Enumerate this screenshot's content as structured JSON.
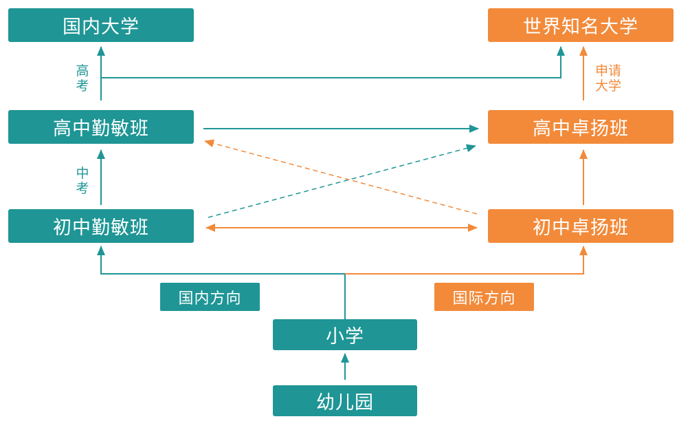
{
  "colors": {
    "teal": "#1f9595",
    "orange": "#f28a3a"
  },
  "boxes": {
    "domestic_university": "国内大学",
    "world_university": "世界知名大学",
    "senior_qinmin": "高中勤敏班",
    "senior_zhuoyang": "高中卓扬班",
    "junior_qinmin": "初中勤敏班",
    "junior_zhuoyang": "初中卓扬班",
    "primary_school": "小学",
    "kindergarten": "幼儿园"
  },
  "tags": {
    "domestic_direction": "国内方向",
    "international_direction": "国际方向"
  },
  "edge_labels": {
    "gaokao": [
      "高",
      "考"
    ],
    "zhongkao": [
      "中",
      "考"
    ],
    "apply_university": [
      "申请",
      "大学"
    ]
  }
}
